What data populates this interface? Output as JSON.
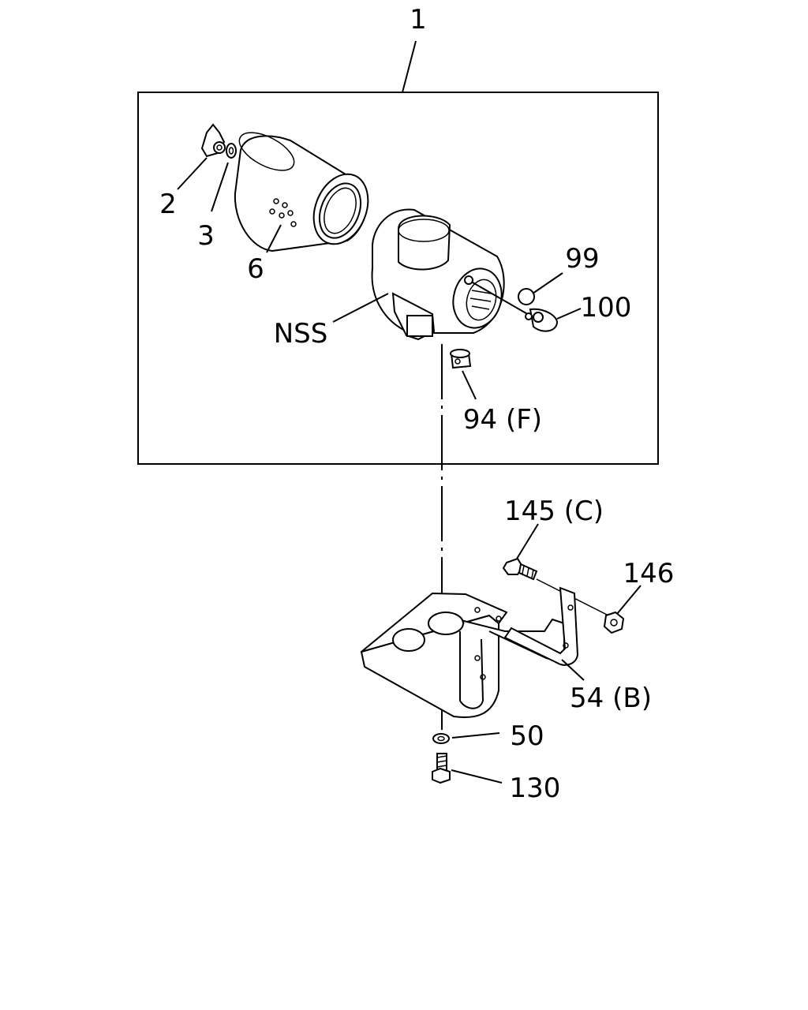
{
  "callouts": {
    "c1": "1",
    "c2": "2",
    "c3": "3",
    "c6": "6",
    "c99": "99",
    "c100": "100",
    "nss": "NSS",
    "c94": "94 (F)",
    "c145": "145 (C)",
    "c146": "146",
    "c54": "54 (B)",
    "c50": "50",
    "c130": "130"
  }
}
